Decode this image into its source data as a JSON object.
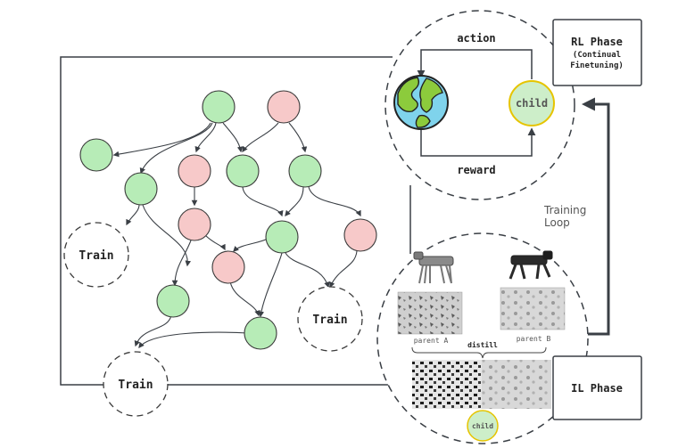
{
  "rl_phase": {
    "title": "RL Phase",
    "subtitle_line1": "(Continual",
    "subtitle_line2": "Finetuning)",
    "action_label": "action",
    "reward_label": "reward",
    "child_label": "child"
  },
  "il_phase": {
    "title": "IL Phase",
    "parent_a_label": "parent A",
    "parent_b_label": "parent B",
    "distill_label": "distill",
    "child_label": "child"
  },
  "loop": {
    "line1": "Training",
    "line2": "Loop"
  },
  "tree": {
    "train_labels": [
      "Train",
      "Train",
      "Train"
    ]
  },
  "colors": {
    "green_node": "#b7ecb7",
    "pink_node": "#f7c9c9",
    "node_stroke": "#3a3a3a",
    "edge": "#3a3f45",
    "child_fill": "#cdeec9",
    "child_stroke": "#e6c400",
    "earth_ocean": "#7fd3ec",
    "earth_land": "#8ccb3c"
  }
}
